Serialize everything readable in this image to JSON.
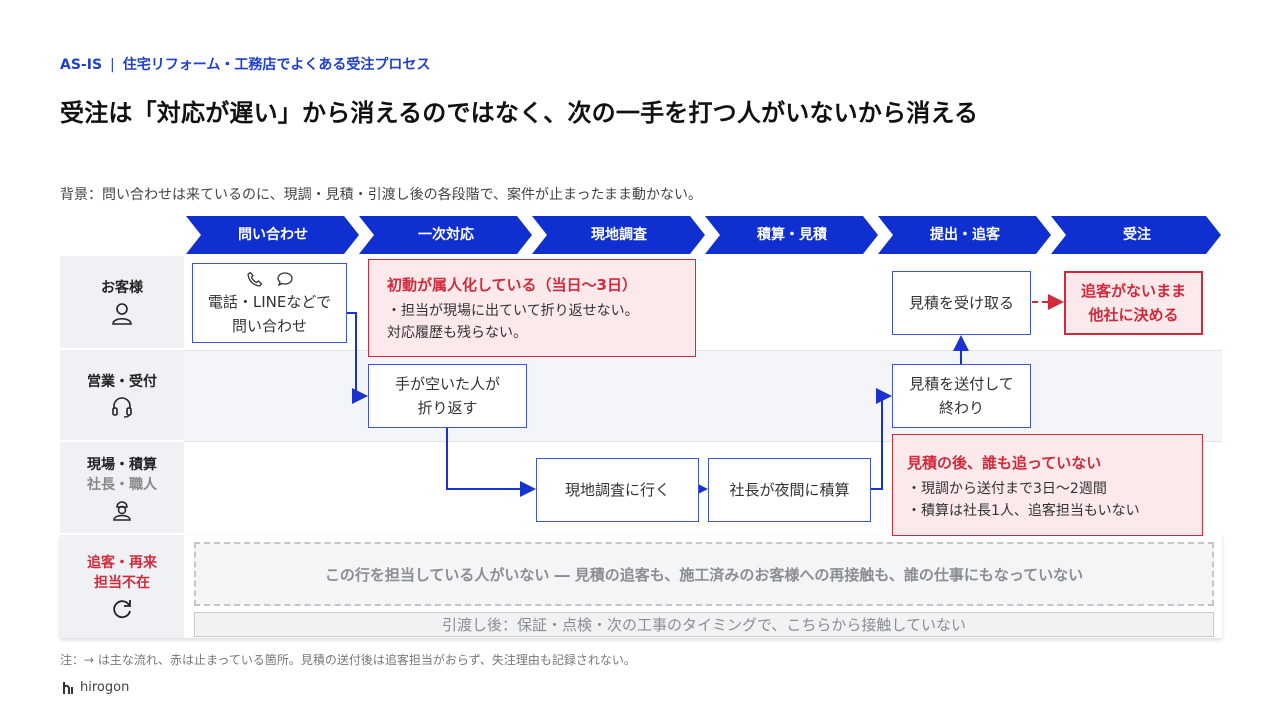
{
  "header": {
    "tag": "AS-IS",
    "separator": "|",
    "subtitle": "住宅リフォーム・工務店でよくある受注プロセス",
    "title": "受注は「対応が遅い」から消えるのではなく、次の一手を打つ人がいないから消える",
    "background": "背景：問い合わせは来ているのに、現調・見積・引渡し後の各段階で、案件が止まったまま動かない。"
  },
  "stages": [
    "問い合わせ",
    "一次対応",
    "現地調査",
    "積算・見積",
    "提出・追客",
    "受注"
  ],
  "lanes": {
    "customer": {
      "name": "お客様",
      "icon": "person-icon"
    },
    "sales": {
      "name": "営業・受付",
      "icon": "headset-icon"
    },
    "field": {
      "name": "現場・積算",
      "sub": "社長・職人",
      "icon": "worker-icon"
    },
    "followup": {
      "name1": "追客・再来",
      "name2": "担当不在",
      "icon": "refresh-icon"
    }
  },
  "boxes": {
    "inquiry": {
      "line1": "電話・LINEなどで",
      "line2": "問い合わせ",
      "icons": [
        "phone-icon",
        "chat-icon"
      ]
    },
    "callback": {
      "line1": "手が空いた人が",
      "line2": "折り返す"
    },
    "site_visit": "現地調査に行く",
    "estimate": "社長が夜間に積算",
    "send_quote": {
      "line1": "見積を送付して",
      "line2": "終わり"
    },
    "receive_quote": "見積を受け取る",
    "lost": {
      "line1": "追客がないまま",
      "line2": "他社に決める"
    }
  },
  "issues": {
    "first_response": {
      "title": "初動が属人化している（当日〜3日）",
      "line1": "・担当が現場に出ていて折り返せない。",
      "line2": "対応履歴も残らない。"
    },
    "after_quote": {
      "title": "見積の後、誰も追っていない",
      "line1": "・現調から送付まで3日〜2週間",
      "line2": "・積算は社長1人、追客担当もいない"
    }
  },
  "followup_row": {
    "dashed_text": "この行を担当している人がいない ― 見積の追客も、施工済みのお客様への再接触も、誰の仕事にもなっていない",
    "after_handover": "引渡し後：保証・点検・次の工事のタイミングで、こちらから接触していない"
  },
  "footnote": "注：→ は主な流れ、赤は止まっている箇所。見積の送付後は追客担当がおらず、失注理由も記録されない。",
  "brand": "hirogon",
  "colors": {
    "primary": "#1f3fcf",
    "chevron": "#0f2fd0",
    "alert": "#d22a3a",
    "alert_bg": "#fbe9ec",
    "lane_bg": "#f0f1f5"
  }
}
